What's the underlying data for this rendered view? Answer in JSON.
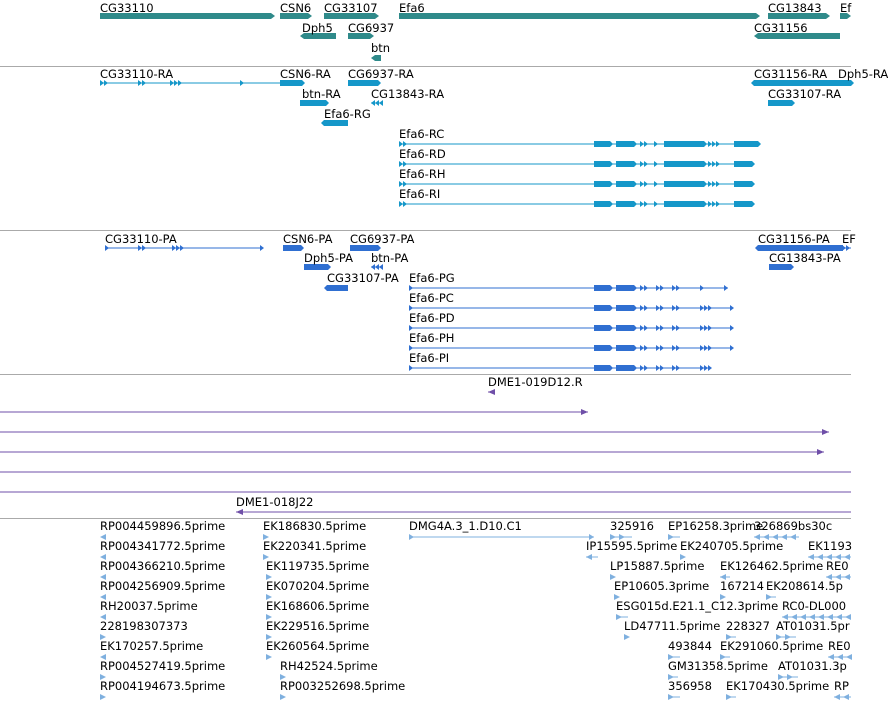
{
  "colors": {
    "gene": "#2f8a8a",
    "transcript_ra": "#1597c9",
    "transcript_pa": "#2f6fd1",
    "clone": "#6f4fa8",
    "est": "#7fb0df",
    "divider": "#aaaaaa"
  },
  "tracks": [
    {
      "id": "genes",
      "features": [
        {
          "label": "CG33110"
        },
        {
          "label": "CSN6"
        },
        {
          "label": "CG33107"
        },
        {
          "label": "Efa6"
        },
        {
          "label": "CG13843"
        },
        {
          "label": "Ef"
        },
        {
          "label": "Dph5"
        },
        {
          "label": "CG6937"
        },
        {
          "label": "CG31156"
        },
        {
          "label": "btn"
        }
      ]
    },
    {
      "id": "transcripts-ra",
      "features": [
        {
          "label": "CG33110-RA"
        },
        {
          "label": "CSN6-RA"
        },
        {
          "label": "CG6937-RA"
        },
        {
          "label": "CG31156-RA"
        },
        {
          "label": "Dph5-RA"
        },
        {
          "label": "btn-RA"
        },
        {
          "label": "CG13843-RA"
        },
        {
          "label": "CG33107-RA"
        },
        {
          "label": "Efa6-RG"
        },
        {
          "label": "Efa6-RC"
        },
        {
          "label": "Efa6-RD"
        },
        {
          "label": "Efa6-RH"
        },
        {
          "label": "Efa6-RI"
        }
      ]
    },
    {
      "id": "transcripts-pa",
      "features": [
        {
          "label": "CG33110-PA"
        },
        {
          "label": "CSN6-PA"
        },
        {
          "label": "CG6937-PA"
        },
        {
          "label": "CG31156-PA"
        },
        {
          "label": "EF"
        },
        {
          "label": "Dph5-PA"
        },
        {
          "label": "btn-PA"
        },
        {
          "label": "CG13843-PA"
        },
        {
          "label": "CG33107-PA"
        },
        {
          "label": "Efa6-PG"
        },
        {
          "label": "Efa6-PC"
        },
        {
          "label": "Efa6-PD"
        },
        {
          "label": "Efa6-PH"
        },
        {
          "label": "Efa6-PI"
        }
      ]
    },
    {
      "id": "clones",
      "features": [
        {
          "label": "DME1-019D12.R"
        },
        {
          "label": ""
        },
        {
          "label": ""
        },
        {
          "label": ""
        },
        {
          "label": ""
        },
        {
          "label": ""
        },
        {
          "label": "DME1-018J22"
        }
      ]
    },
    {
      "id": "ests",
      "features": [
        {
          "label": "RP004459896.5prime"
        },
        {
          "label": "RP004341772.5prime"
        },
        {
          "label": "RP004366210.5prime"
        },
        {
          "label": "RP004256909.5prime"
        },
        {
          "label": "RH20037.5prime"
        },
        {
          "label": "228198307373"
        },
        {
          "label": "EK170257.5prime"
        },
        {
          "label": "RP004527419.5prime"
        },
        {
          "label": "RP004194673.5prime"
        },
        {
          "label": "EK186830.5prime"
        },
        {
          "label": "EK220341.5prime"
        },
        {
          "label": "EK119735.5prime"
        },
        {
          "label": "EK070204.5prime"
        },
        {
          "label": "EK168606.5prime"
        },
        {
          "label": "EK229516.5prime"
        },
        {
          "label": "EK260564.5prime"
        },
        {
          "label": "RH42524.5prime"
        },
        {
          "label": "RP003252698.5prime"
        },
        {
          "label": "DMG4A.3_1.D10.C1"
        },
        {
          "label": "325916"
        },
        {
          "label": "IP15595.5prime"
        },
        {
          "label": "LP15887.5prime"
        },
        {
          "label": "EP10605.3prime"
        },
        {
          "label": "ESG015d.E21.1_C12.3prime"
        },
        {
          "label": "LD47711.5prime"
        },
        {
          "label": "EP16258.3prime"
        },
        {
          "label": "EK240705.5prime"
        },
        {
          "label": "326869bs30c"
        },
        {
          "label": "EK1193"
        },
        {
          "label": "EK126462.5prime"
        },
        {
          "label": "RE0"
        },
        {
          "label": "167214"
        },
        {
          "label": "EK208614.5p"
        },
        {
          "label": "RC0-DL000"
        },
        {
          "label": "228327"
        },
        {
          "label": "AT01031.5pr"
        },
        {
          "label": "493844"
        },
        {
          "label": "EK291060.5prime"
        },
        {
          "label": "RE0"
        },
        {
          "label": "GM31358.5prime"
        },
        {
          "label": "AT01031.3p"
        },
        {
          "label": "356958"
        },
        {
          "label": "EK170430.5prime"
        },
        {
          "label": "RP"
        }
      ]
    }
  ]
}
